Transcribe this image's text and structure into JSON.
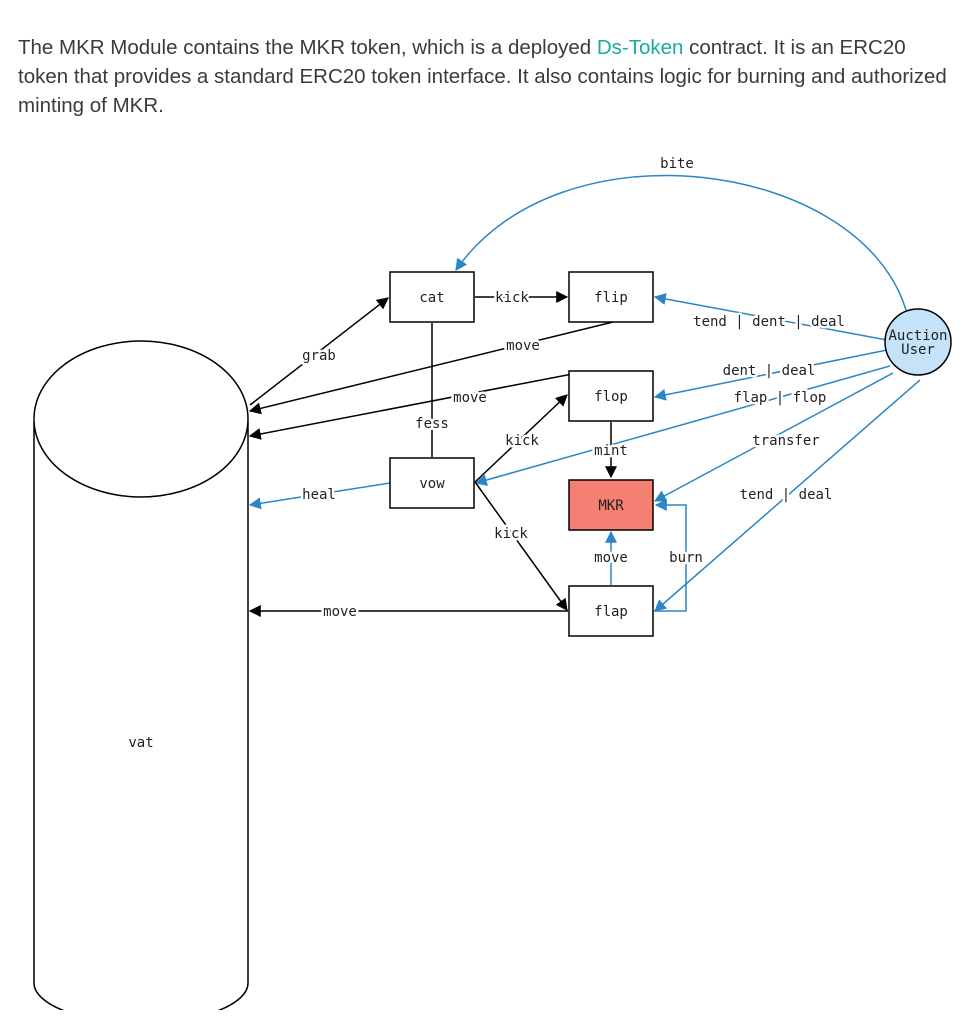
{
  "text": {
    "before_link": "The MKR Module contains the MKR token, which is a deployed ",
    "link": "Ds-Token",
    "after_link": " contract. It is an ERC20 token that provides a standard ERC20 token interface. It also contains logic for burning and authorized minting of MKR."
  },
  "diagram": {
    "nodes": {
      "cat": "cat",
      "flip": "flip",
      "flop": "flop",
      "vow": "vow",
      "mkr": "MKR",
      "flap": "flap",
      "vat": "vat",
      "user_line1": "Auction",
      "user_line2": "User"
    },
    "edges": {
      "bite": "bite",
      "kick_cat_flip": "kick",
      "tend_dent_deal": "tend | dent | deal",
      "move_flip": "move",
      "grab": "grab",
      "move_flop": "move",
      "dent_deal": "dent | deal",
      "flap_flop": "flap | flop",
      "fess": "fess",
      "kick_vow_flop": "kick",
      "mint": "mint",
      "transfer": "transfer",
      "heal": "heal",
      "tend_deal": "tend | deal",
      "kick_vow_flap": "kick",
      "move_mkr": "move",
      "burn": "burn",
      "move_flap": "move"
    },
    "colors": {
      "blue": "#2a86c4",
      "mkr_fill": "#f48074",
      "user_fill": "#c4e3f8",
      "black": "#000000"
    }
  }
}
